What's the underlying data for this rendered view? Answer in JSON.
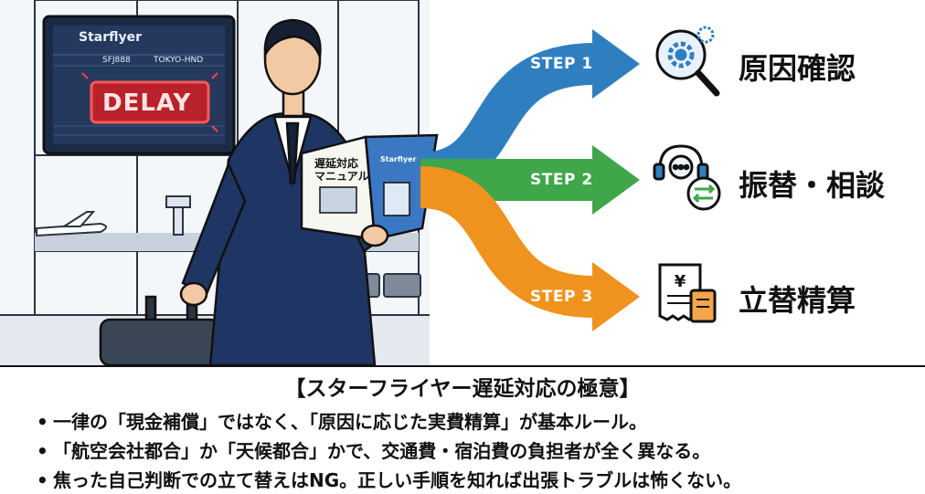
{
  "board": {
    "brand": "Starflyer",
    "flight": "SFJ888",
    "route": "TOKYO-HND",
    "status": "DELAY"
  },
  "manual": {
    "title_line1": "遅延対応",
    "title_line2": "マニュアル",
    "cover_brand": "Starflyer"
  },
  "steps": [
    {
      "label": "STEP 1",
      "title": "原因確認",
      "icon": "magnifier-gear-icon",
      "color": "#2f7fc0"
    },
    {
      "label": "STEP 2",
      "title": "振替・相談",
      "icon": "headset-exchange-icon",
      "color": "#3fa64a"
    },
    {
      "label": "STEP 3",
      "title": "立替精算",
      "icon": "yen-receipt-icon",
      "color": "#f0921e"
    }
  ],
  "footer": {
    "title": "【スターフライヤー遅延対応の極意】",
    "bullets": [
      "一律の「現金補償」ではなく、「原因に応じた実費精算」が基本ルール。",
      "「航空会社都合」か「天候都合」かで、交通費・宿泊費の負担者が全く異なる。",
      "焦った自己判断での立て替えはNG。正しい手順を知れば出張トラブルは怖くない。"
    ]
  }
}
